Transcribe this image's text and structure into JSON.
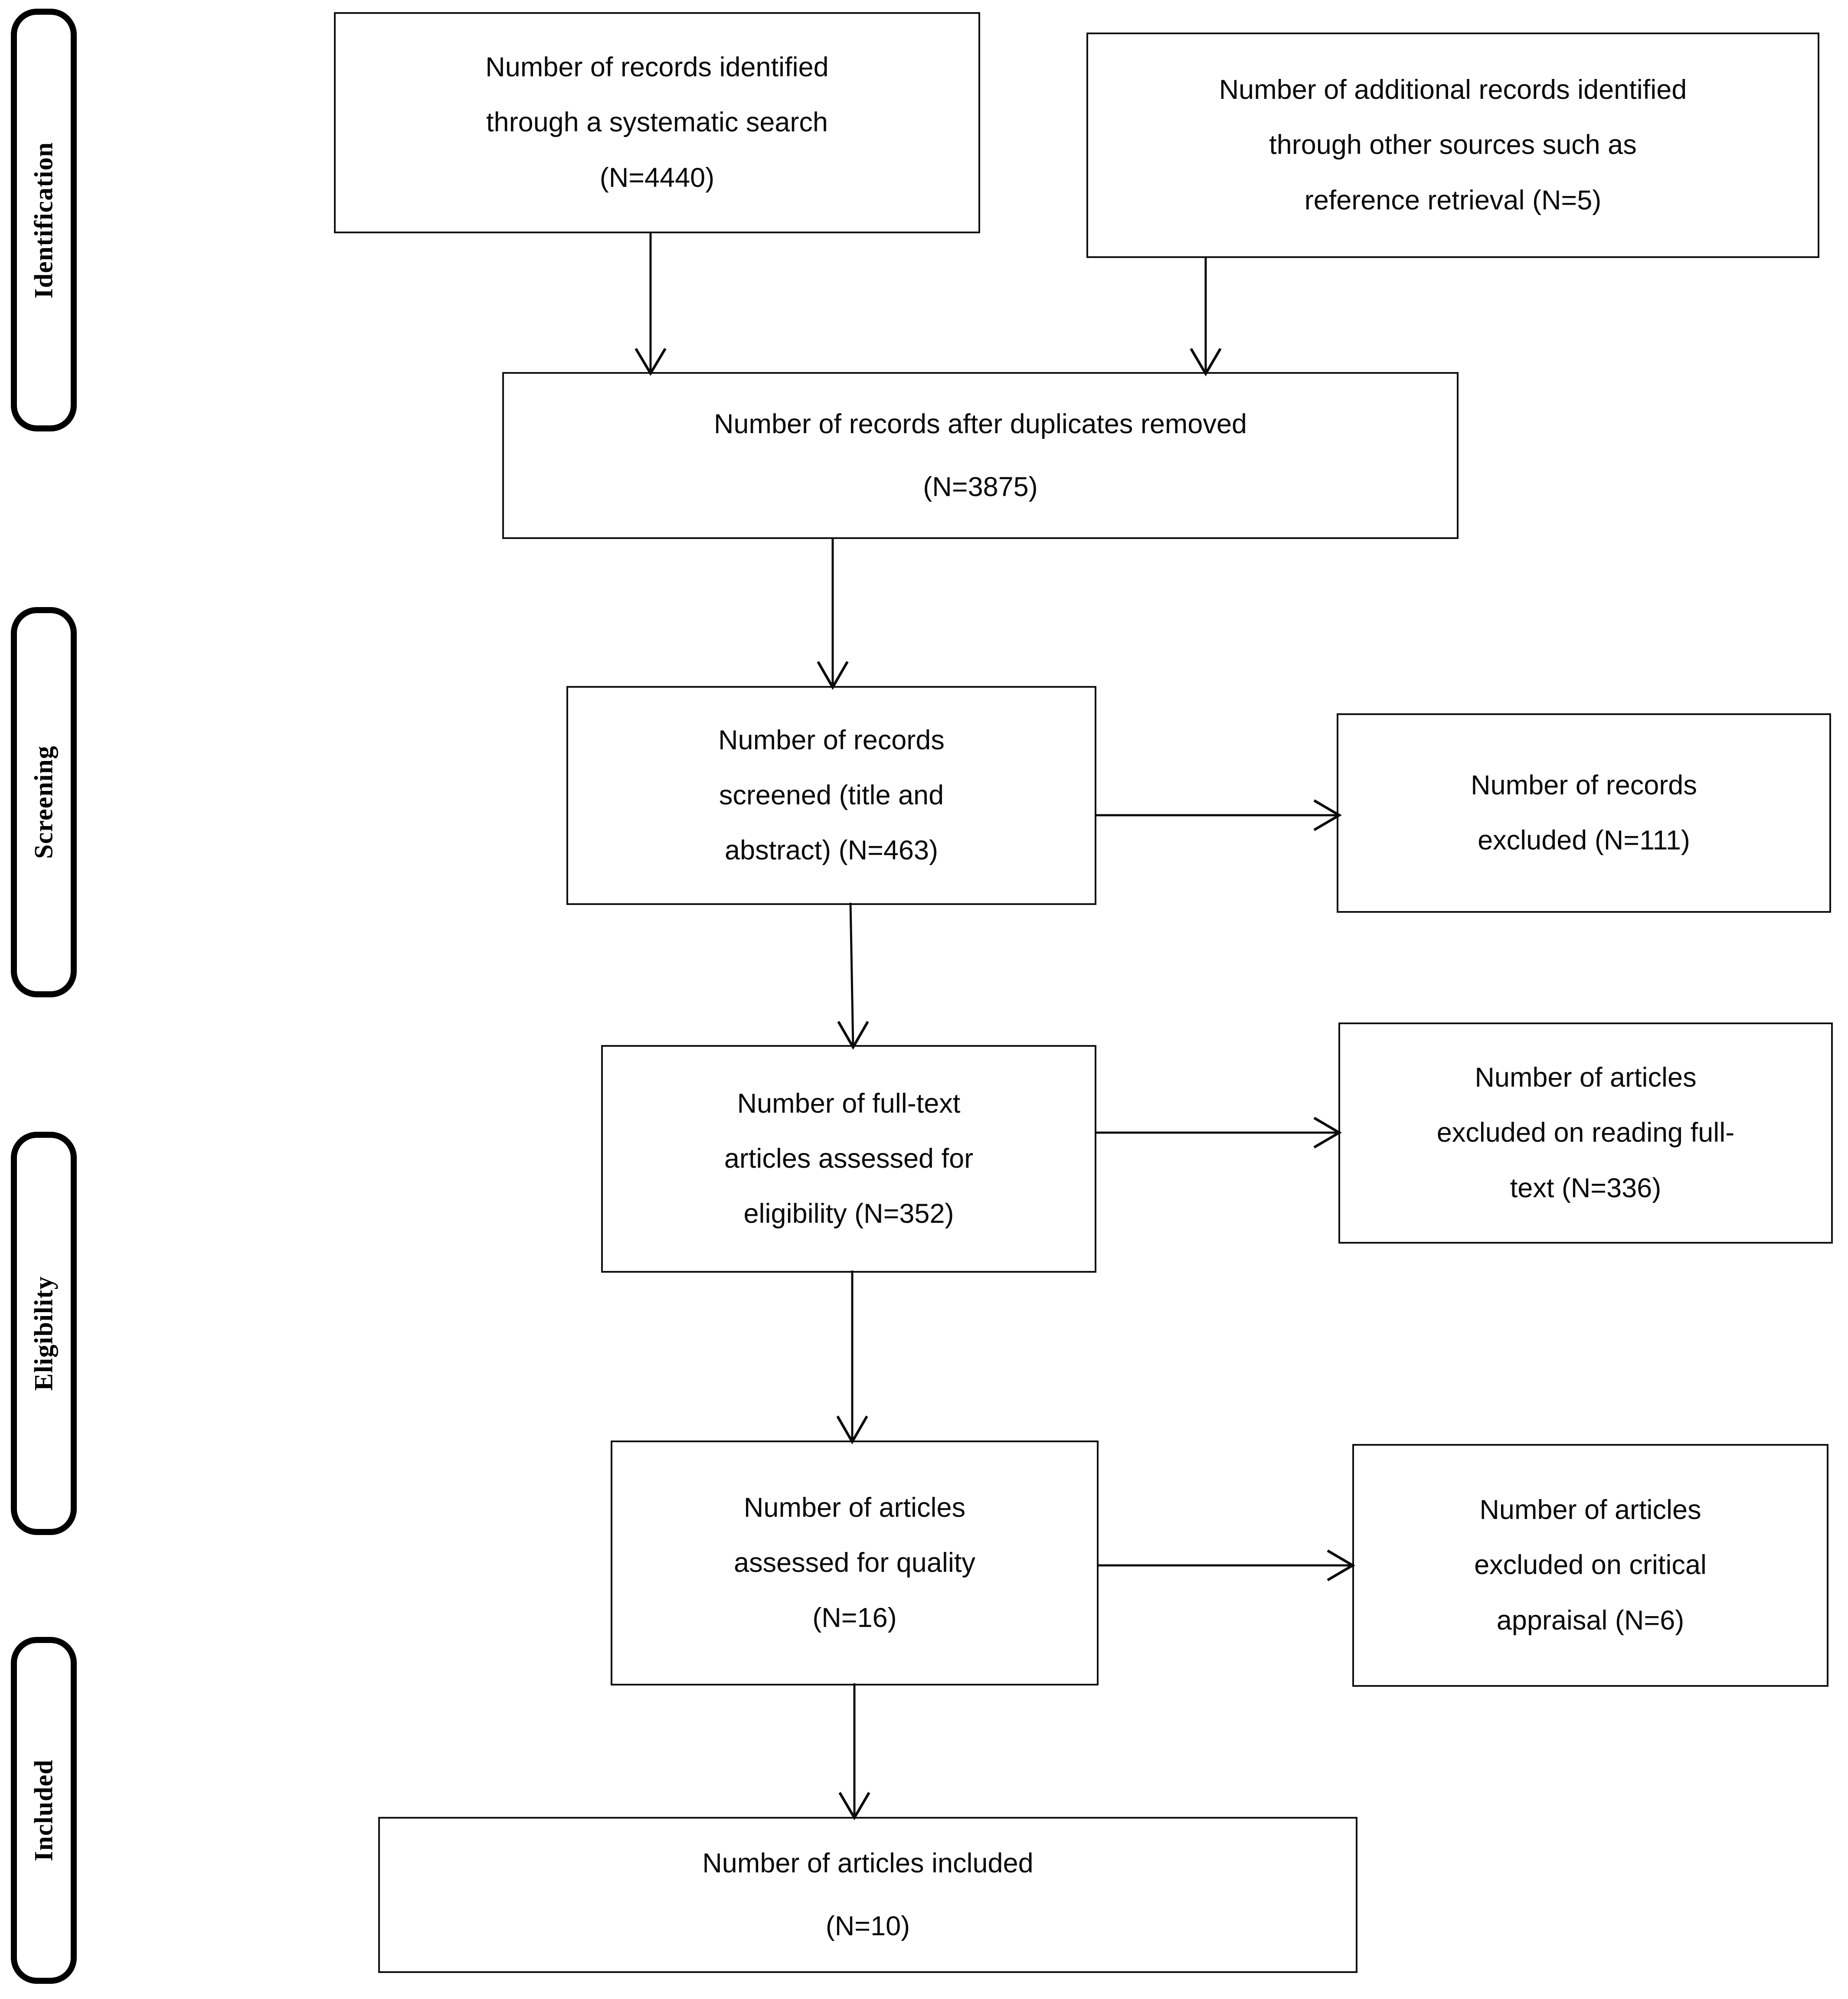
{
  "diagram": {
    "type": "prisma-flow-diagram",
    "stages": [
      {
        "id": "identification",
        "label": "Identification"
      },
      {
        "id": "screening",
        "label": "Screening"
      },
      {
        "id": "eligibility",
        "label": "Eligibility"
      },
      {
        "id": "included",
        "label": "Included"
      }
    ],
    "boxes": [
      {
        "id": "records-identified",
        "stage": "identification",
        "text": "Number of records identified\nthrough a systematic search\n(N=4440)",
        "count_label": "N=4440",
        "count": 4440
      },
      {
        "id": "additional-records",
        "stage": "identification",
        "text": "Number of additional records identified\nthrough other sources such as\nreference retrieval (N=5)",
        "count_label": "N=5",
        "count": 5
      },
      {
        "id": "duplicates-removed",
        "stage": "identification",
        "text": "Number of records after duplicates removed\n(N=3875)",
        "count_label": "N=3875",
        "count": 3875
      },
      {
        "id": "records-screened",
        "stage": "screening",
        "text": "Number of records\nscreened (title and\nabstract) (N=463)",
        "count_label": "N=463",
        "count": 463
      },
      {
        "id": "records-excluded",
        "stage": "screening",
        "text": "Number of records\nexcluded (N=111)",
        "count_label": "N=111",
        "count": 111
      },
      {
        "id": "fulltext-assessed",
        "stage": "eligibility",
        "text": "Number of full-text\narticles assessed for\neligibility (N=352)",
        "count_label": "N=352",
        "count": 352
      },
      {
        "id": "fulltext-excluded",
        "stage": "eligibility",
        "text": "Number of articles\nexcluded on reading full-\ntext (N=336)",
        "count_label": "N=336",
        "count": 336
      },
      {
        "id": "quality-assessed",
        "stage": "eligibility",
        "text": "Number of articles\nassessed for quality\n(N=16)",
        "count_label": "N=16",
        "count": 16
      },
      {
        "id": "appraisal-excluded",
        "stage": "eligibility",
        "text": "Number of articles\nexcluded on critical\nappraisal (N=6)",
        "count_label": "N=6",
        "count": 6
      },
      {
        "id": "articles-included",
        "stage": "included",
        "text": "Number of articles included\n(N=10)",
        "count_label": "N=10",
        "count": 10
      }
    ],
    "arrows": [
      {
        "id": "identified-to-duplicates",
        "from": "records-identified",
        "to": "duplicates-removed",
        "direction": "down"
      },
      {
        "id": "additional-to-duplicates",
        "from": "additional-records",
        "to": "duplicates-removed",
        "direction": "down"
      },
      {
        "id": "duplicates-to-screened",
        "from": "duplicates-removed",
        "to": "records-screened",
        "direction": "down"
      },
      {
        "id": "screened-to-excluded",
        "from": "records-screened",
        "to": "records-excluded",
        "direction": "right"
      },
      {
        "id": "screened-to-fulltext",
        "from": "records-screened",
        "to": "fulltext-assessed",
        "direction": "down"
      },
      {
        "id": "fulltext-to-excluded",
        "from": "fulltext-assessed",
        "to": "fulltext-excluded",
        "direction": "right"
      },
      {
        "id": "fulltext-to-quality",
        "from": "fulltext-assessed",
        "to": "quality-assessed",
        "direction": "down"
      },
      {
        "id": "quality-to-appraisal",
        "from": "quality-assessed",
        "to": "appraisal-excluded",
        "direction": "right"
      },
      {
        "id": "quality-to-included",
        "from": "quality-assessed",
        "to": "articles-included",
        "direction": "down"
      }
    ],
    "colors": {
      "background": "#ffffff",
      "box_border": "#111111",
      "pill_border": "#000000",
      "text": "#0a0a0a",
      "connector": "#0b0b0b"
    }
  }
}
